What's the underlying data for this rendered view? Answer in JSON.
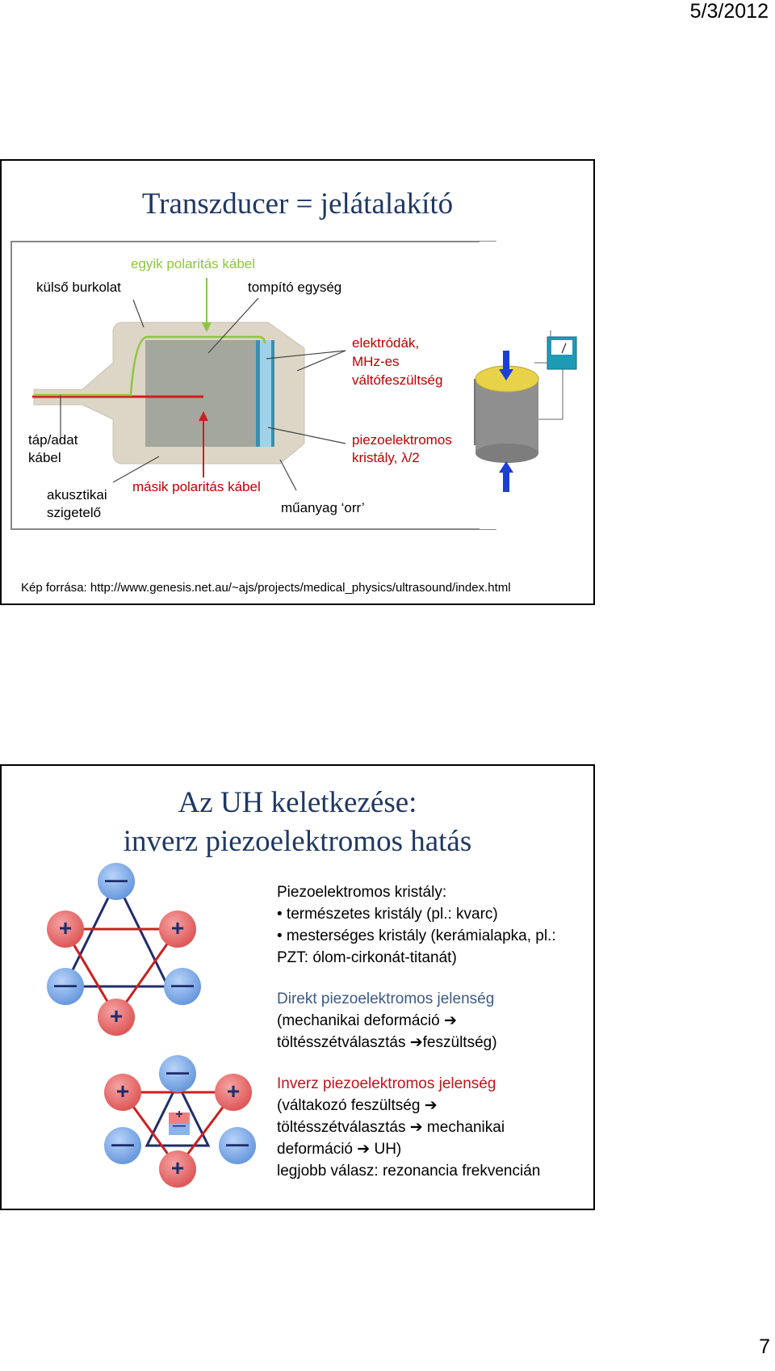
{
  "header": {
    "date": "5/3/2012"
  },
  "footer": {
    "page_number": "7"
  },
  "slide1": {
    "title": "Transzducer = jelátalakító",
    "labels": {
      "egyik_polaritas": "egyik polaritás kábel",
      "kulso_burkolat": "külső burkolat",
      "tompito": "tompító egység",
      "elektrodak_1": "elektródák,",
      "elektrodak_2": "MHz-es",
      "elektrodak_3": "váltófeszültség",
      "tap_1": "táp/adat",
      "tap_2": "kábel",
      "piezo_1": "piezoelektromos",
      "piezo_2": "kristály, λ/2",
      "akusztikai_1": "akusztikai",
      "akusztikai_2": "szigetelő",
      "masik": "másik polaritás kábel",
      "muanyag": "műanyag ‘orr’"
    },
    "source": "Kép forrása: http://www.genesis.net.au/~ajs/projects/medical_physics/ultrasound/index.html",
    "colors": {
      "title": "#1f3864",
      "green": "#8cc63f",
      "red": "#c00000"
    }
  },
  "slide2": {
    "title_line1": "Az UH keletkezése:",
    "title_line2": "inverz piezoelektromos hatás",
    "charges": {
      "plus": "+",
      "minus": "—"
    },
    "text": {
      "p1": "Piezoelektromos kristály:",
      "b1": "• természetes kristály (pl.: kvarc)",
      "b2": "• mesterséges kristály (kerámialapka, pl.:",
      "b3": "PZT: ólom-cirkonát-titanát)",
      "direct_heading": "Direkt piezoelektromos jelenség",
      "direct_1": "(mechanikai deformáció ➔",
      "direct_2": "töltésszétválasztás ➔feszültség)",
      "inverse_heading": "Inverz piezoelektromos jelenség",
      "inverse_1": "(váltakozó feszültség ➔",
      "inverse_2": "töltésszétválasztás ➔ mechanikai",
      "inverse_3": "deformáció ➔ UH)",
      "inverse_4": "legjobb válasz: rezonancia frekvencián"
    },
    "colors": {
      "direct_heading": "#3b5a8a",
      "inverse_heading": "#c0141c",
      "plus_ball": "#e05555",
      "minus_ball": "#5b8fd8"
    }
  }
}
